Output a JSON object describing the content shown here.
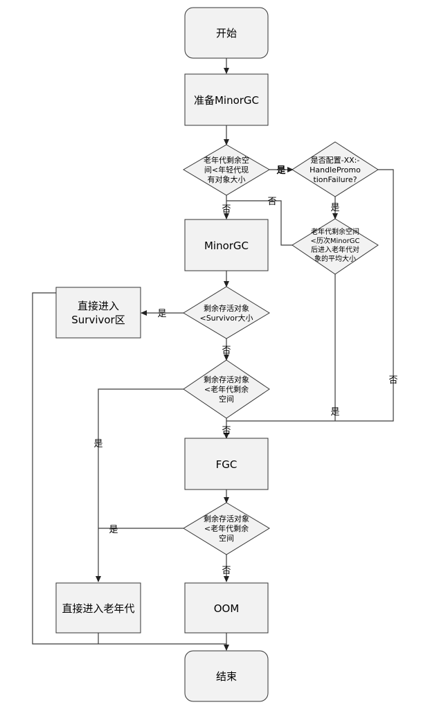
{
  "nodes": {
    "start": "开始",
    "prepare": "准备MinorGC",
    "d_old_space": [
      "老年代剩余空",
      "间<年轻代现",
      "有对象大小"
    ],
    "d_handle": [
      "是否配置-XX:-",
      "HandlePromo",
      "tionFailure?"
    ],
    "d_avg": [
      "老年代剩余空间",
      "<历次MinorGC",
      "后进入老年代对",
      "象的平均大小"
    ],
    "minorgc": "MinorGC",
    "d_survivor": [
      "剩余存活对象",
      "<Survivor大小"
    ],
    "to_survivor": [
      "直接进入",
      "Survivor区"
    ],
    "d_old_remain1": [
      "剩余存活对象",
      "<老年代剩余",
      "空间"
    ],
    "fgc": "FGC",
    "d_old_remain2": [
      "剩余存活对象",
      "<老年代剩余",
      "空间"
    ],
    "to_old": "直接进入老年代",
    "oom": "OOM",
    "end": "结束"
  },
  "edges": {
    "old_space_yes": "是",
    "old_space_no": "否",
    "handle_yes": "是",
    "handle_no": "否",
    "avg_no": "否",
    "avg_yes": "是",
    "survivor_yes": "是",
    "survivor_no": "否",
    "remain1_yes": "是",
    "remain1_no": "否",
    "remain2_yes": "是",
    "remain2_no": "否"
  }
}
